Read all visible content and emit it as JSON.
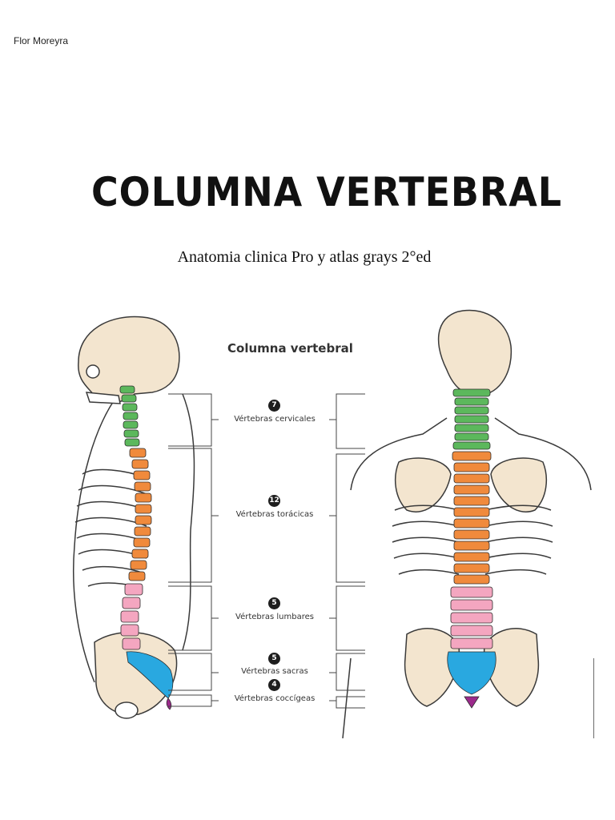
{
  "header": {
    "author": "Flor Moreyra"
  },
  "document": {
    "title": "COLUMNA VERTEBRAL",
    "subtitle": "Anatomia clinica Pro y atlas grays 2°ed"
  },
  "figure": {
    "title": "Columna vertebral",
    "regions": [
      {
        "count": "7",
        "label": "Vértebras cervicales",
        "color": "#5cb85c"
      },
      {
        "count": "12",
        "label": "Vértebras torácicas",
        "color": "#f08a3c"
      },
      {
        "count": "5",
        "label": "Vértebras lumbares",
        "color": "#f4a6c0"
      },
      {
        "count": "5",
        "label": "Vértebras sacras",
        "color": "#29a8e0"
      },
      {
        "count": "4",
        "label": "Vértebras coccígeas",
        "color": "#9c2a8c"
      }
    ]
  },
  "colors": {
    "bone": "#f3e5cf",
    "outline": "#3a3a3a"
  }
}
